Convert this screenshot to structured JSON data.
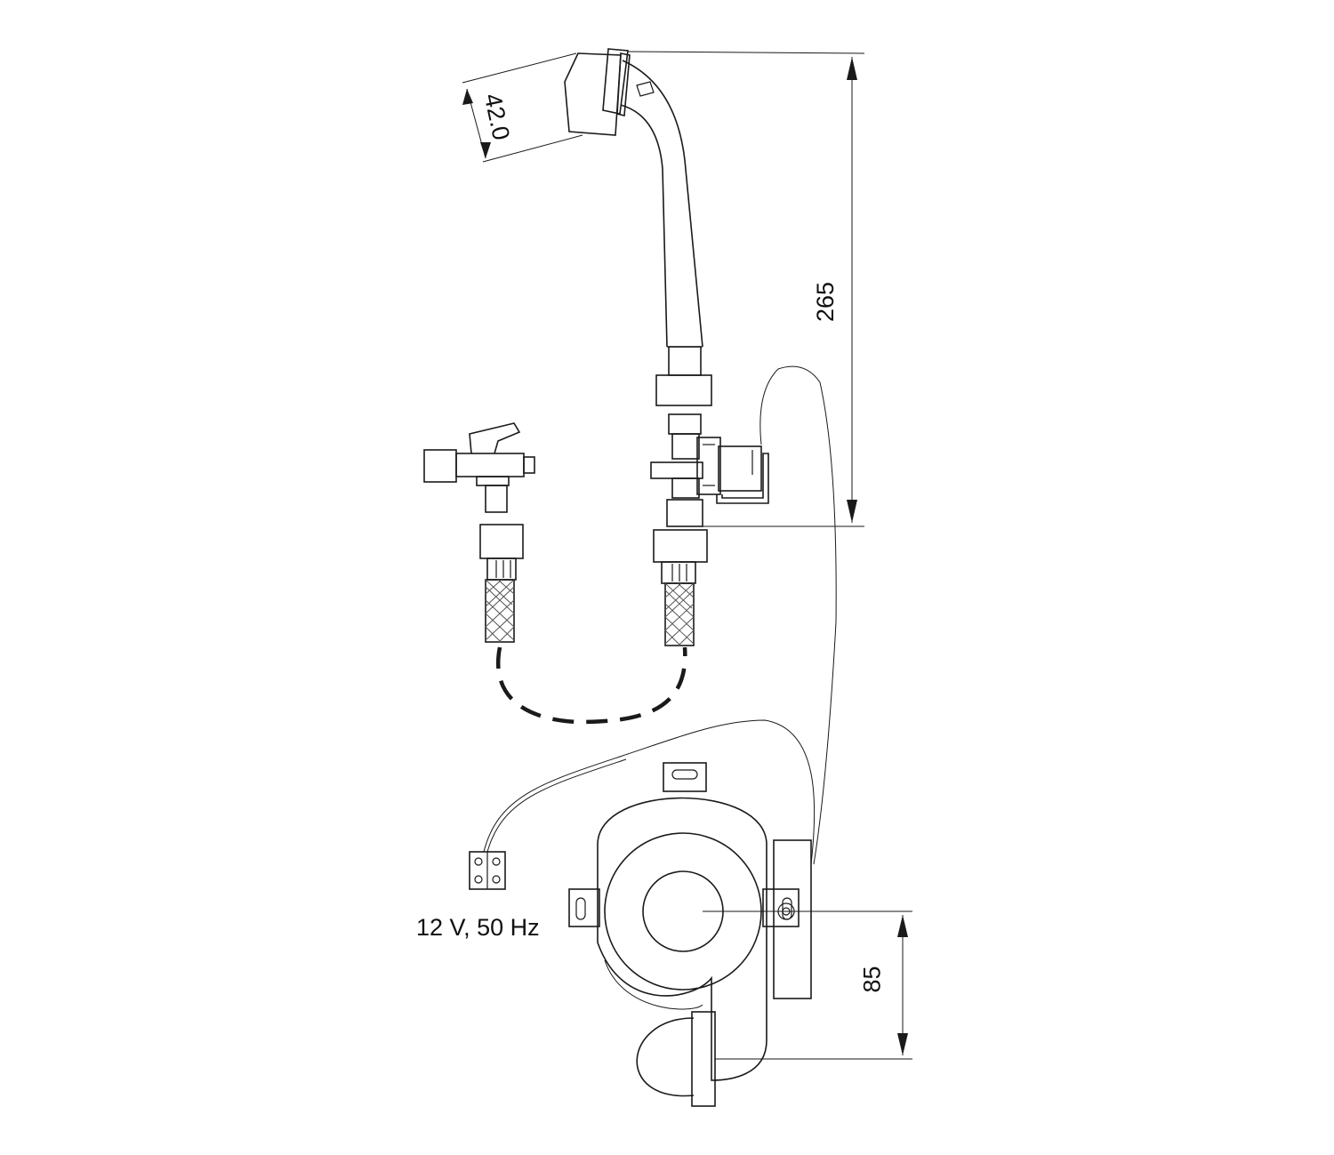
{
  "dimensions": {
    "nozzle_diameter": "42.0",
    "height": "265",
    "offset": "85"
  },
  "power_label": "12 V, 50 Hz",
  "colors": {
    "line": "#1a1a1a",
    "background": "#ffffff"
  }
}
